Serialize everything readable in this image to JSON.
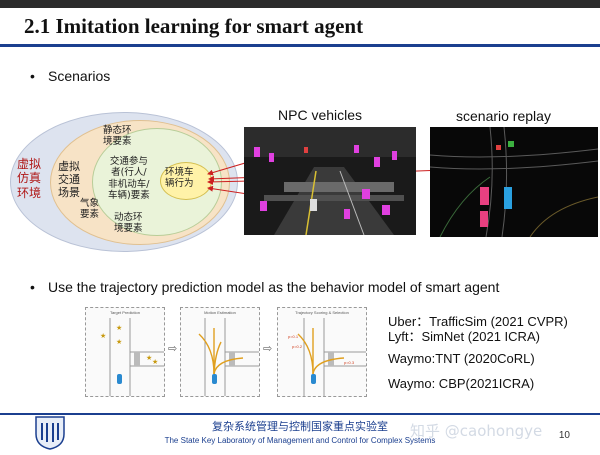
{
  "slide": {
    "title": "2.1 Imitation learning for smart agent",
    "bullets": [
      {
        "marker": "•",
        "text": "Scenarios"
      },
      {
        "marker": "•",
        "text": "Use the trajectory prediction model as the behavior model of smart agent"
      }
    ]
  },
  "venn": {
    "outer": "虚拟\n仿真\n环境",
    "middle": "虚拟\n交通\n场景",
    "static_env": "静态环\n境要素",
    "participants": "交通参与\n者(行人/\n非机动车/\n车辆)要素",
    "vehicle_behavior": "环境车\n辆行为",
    "weather": "气象\n要素",
    "dynamic_env": "动态环\n境要素",
    "colors": {
      "outer": "#dde3ef",
      "middle": "#f7e3c6",
      "inner": "#eaf3d9",
      "core": "#fff2a8",
      "arrow": "#cc2020"
    }
  },
  "images": {
    "npc_label": "NPC vehicles",
    "replay_label": "scenario replay"
  },
  "mini_diagrams": [
    {
      "title": "Target Prediction"
    },
    {
      "title": "Motion Estimation"
    },
    {
      "title": "Trajectory Scoring & Selection"
    }
  ],
  "references": [
    "Uber：TrafficSim (2021 CVPR)",
    "Lyft：SimNet (2021 ICRA)",
    "Waymo:TNT (2020CoRL)",
    "Waymo: CBP(2021ICRA)"
  ],
  "footer": {
    "cn": "复杂系统管理与控制国家重点实验室",
    "en": "The State Key Laboratory of Management and Control for Complex Systems",
    "page": "10",
    "watermark": "知乎 @caohongye"
  }
}
